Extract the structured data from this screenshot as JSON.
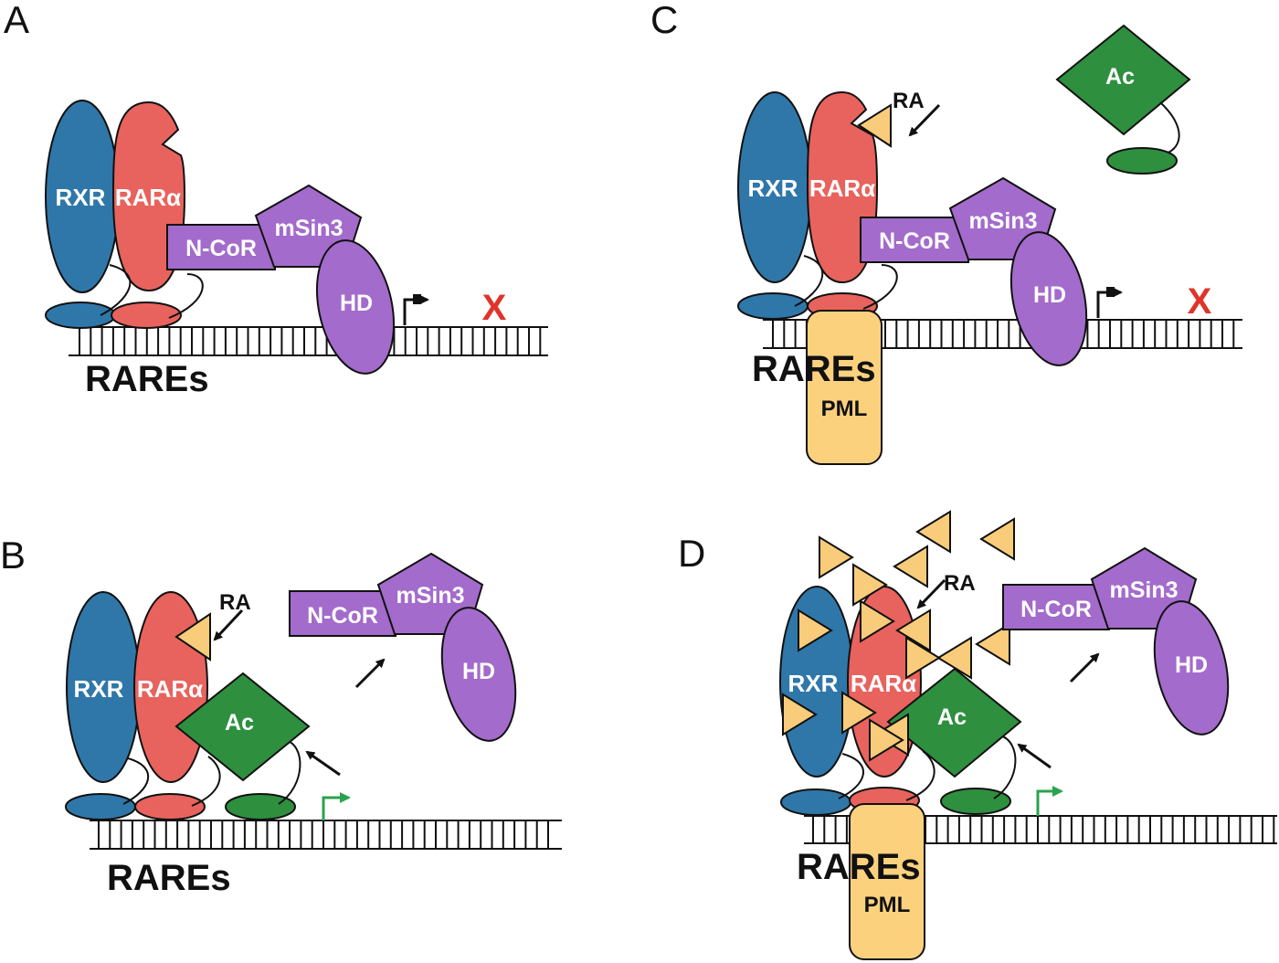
{
  "colors": {
    "rxr": "#2f77a9",
    "rara": "#e8635d",
    "purple": "#a36bcb",
    "green": "#2e8f3e",
    "pml": "#fcd17e",
    "ra": "#f8cc7a",
    "x_mark": "#e0342b",
    "green_arrow": "#2aa34e"
  },
  "panels": {
    "A": {
      "letter": "A",
      "rxr": "RXR",
      "rara": "RARα",
      "ncor": "N-CoR",
      "msin3": "mSin3",
      "hd": "HD",
      "rares": "RAREs",
      "x": "X"
    },
    "B": {
      "letter": "B",
      "rxr": "RXR",
      "rara": "RARα",
      "ra": "RA",
      "ac": "Ac",
      "ncor": "N-CoR",
      "msin3": "mSin3",
      "hd": "HD",
      "rares": "RAREs"
    },
    "C": {
      "letter": "C",
      "rxr": "RXR",
      "rara": "RARα",
      "ra": "RA",
      "ac": "Ac",
      "ncor": "N-CoR",
      "msin3": "mSin3",
      "hd": "HD",
      "rares": "RAREs",
      "pml": "PML",
      "x": "X"
    },
    "D": {
      "letter": "D",
      "rxr": "RXR",
      "rara": "RARα",
      "ra": "RA",
      "ac": "Ac",
      "ncor": "N-CoR",
      "msin3": "mSin3",
      "hd": "HD",
      "rares": "RAREs",
      "pml": "PML"
    }
  }
}
